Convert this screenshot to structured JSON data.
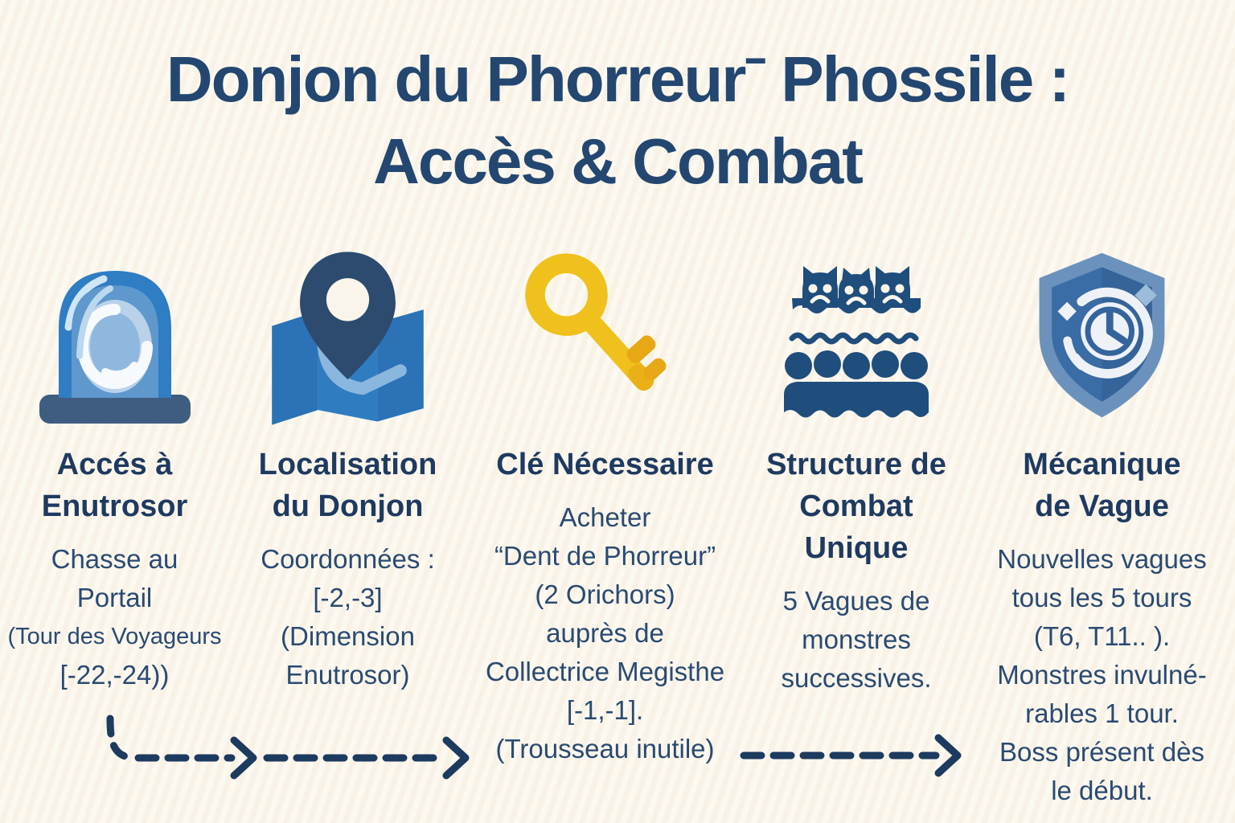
{
  "title": {
    "line1": "Donjon du Phorreurˉ Phossile :",
    "line2": "Accès & Combat"
  },
  "columns": [
    {
      "icon": "portal-icon",
      "heading_lines": [
        "Accés à",
        "Enutrosor"
      ],
      "body_lines": [
        "Chasse au",
        "Portail",
        "(Tour des Voyageurs",
        "[-22,-24))"
      ]
    },
    {
      "icon": "map-pin-icon",
      "heading_lines": [
        "Localisation",
        "du Donjon"
      ],
      "body_lines": [
        "Coordonnées :",
        "[-2,-3]",
        "(Dimension",
        "Enutrosor)"
      ]
    },
    {
      "icon": "key-icon",
      "heading_lines": [
        "Clé Nécessaire"
      ],
      "body_lines": [
        "Acheter",
        "“Dent de Phorreur”",
        "(2 Orichors)",
        "auprès de",
        "Collectrice Megisthe",
        "[-1,-1].",
        "(Trousseau inutile)"
      ]
    },
    {
      "icon": "monster-waves-icon",
      "heading_lines": [
        "Structure de",
        "Combat Unique"
      ],
      "body_lines": [
        "5 Vagues de",
        "monstres",
        "successives."
      ]
    },
    {
      "icon": "shield-timer-icon",
      "heading_lines": [
        "Mécanique",
        "de Vague"
      ],
      "body_lines": [
        "Nouvelles vagues",
        "tous les 5 tours",
        "(T6, T11.. ).",
        "Monstres invulné-",
        "rables 1 tour.",
        "Boss présent dès",
        "le début."
      ]
    }
  ],
  "arrows": [
    "dashed-arrow-step1-to-step2",
    "dashed-arrow-step2-to-step3",
    "dashed-arrow-step4-to-step5"
  ],
  "colors": {
    "background": "#faf5ea",
    "title_text": "#234770",
    "heading_text": "#1f3a60",
    "body_text": "#2a4a72",
    "arrow": "#1d3a5f",
    "portal_blue": "#2f7dc3",
    "portal_inner": "#5e98cd",
    "portal_base": "#3f5d80",
    "map_blue": "#2b73b6",
    "pin_navy": "#2c4b6e",
    "key_gold": "#f0c11c",
    "key_gold_dark": "#e8a816",
    "monster_navy": "#1f4d7c",
    "shield_rim": "#6b92bc",
    "shield_fill": "#3a6ca6",
    "icon_white": "#f3f6f9"
  }
}
